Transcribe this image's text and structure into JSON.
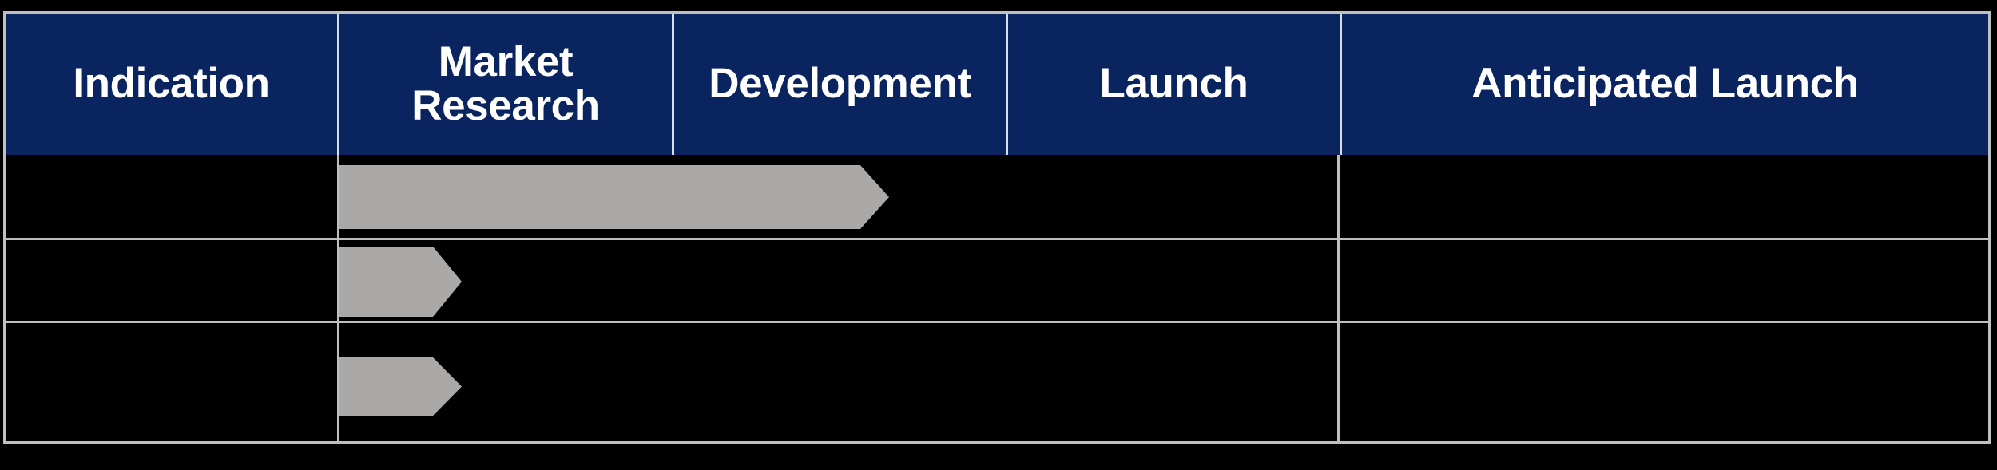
{
  "table": {
    "name": "product-pipeline-table",
    "colors": {
      "header_background": "#0A2460",
      "header_text": "#FFFFFF",
      "body_background": "#000000",
      "border": "#BFBFBF",
      "divider": "#D8DCE6",
      "bar": "#ABA8A8",
      "page_background": "#000000"
    },
    "columns": [
      {
        "key": "indication",
        "label": "Indication"
      },
      {
        "key": "market_research",
        "label": "Market Research"
      },
      {
        "key": "development",
        "label": "Development"
      },
      {
        "key": "launch",
        "label": "Launch"
      },
      {
        "key": "anticipated_launch",
        "label": "Anticipated Launch"
      }
    ],
    "rows": [
      {
        "indication": "",
        "anticipated_launch": "",
        "progress_bar": {
          "shape": "arrow",
          "start_column": "market_research",
          "end_column": "development",
          "fill": "#ABA8A8"
        }
      },
      {
        "indication": "",
        "anticipated_launch": "",
        "progress_bar": {
          "shape": "arrow",
          "start_column": "market_research",
          "end_column": "market_research",
          "fill": "#ABA8A8"
        }
      },
      {
        "indication": "",
        "anticipated_launch": "",
        "progress_bar": {
          "shape": "arrow",
          "start_column": "market_research",
          "end_column": "market_research",
          "fill": "#ABA8A8"
        }
      }
    ]
  }
}
